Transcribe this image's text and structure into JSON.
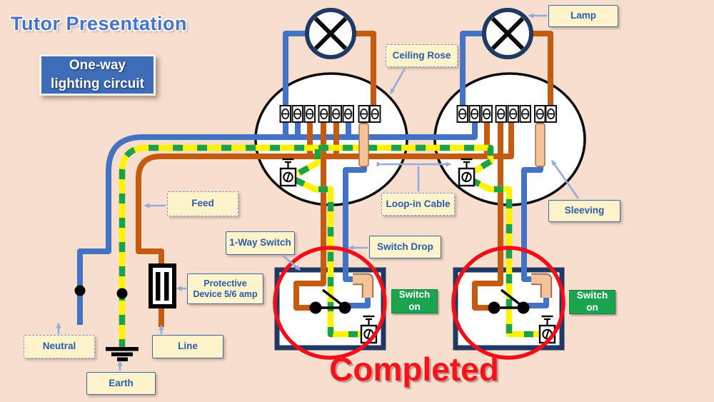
{
  "slide": {
    "title": "Tutor Presentation",
    "topic_box": {
      "line1": "One-way",
      "line2": "lighting circuit"
    },
    "status": "Completed"
  },
  "callouts": {
    "lamp": "Lamp",
    "ceiling_rose": "Ceiling Rose",
    "feed": "Feed",
    "loop_in_cable": "Loop-in Cable",
    "sleeving": "Sleeving",
    "one_way_switch": "1-Way Switch",
    "switch_drop": "Switch Drop",
    "protective_device": {
      "line1": "Protective",
      "line2": "Device 5/6 amp"
    },
    "neutral": "Neutral",
    "line": "Line",
    "earth": "Earth"
  },
  "badges": {
    "switch_on": {
      "line1": "Switch",
      "line2": "on"
    }
  },
  "diagram": {
    "lamps": 2,
    "ceiling_roses": 2,
    "terminals_per_rose": 8,
    "one_way_switches": 2,
    "switch_state": "on"
  },
  "colors": {
    "background": "#F8DECD",
    "neutral_wire_blue": "#4472C4",
    "line_wire_brown": "#C55A11",
    "earth_yellow": "#FFF200",
    "earth_green": "#1CA14B",
    "symbol_navy": "#1F3864",
    "callout_bg": "#FFF3CC",
    "callout_text": "#2A5CA8",
    "arrow_blue": "#93ABDB",
    "switch_on_green": "#1CA350",
    "annotation_red": "#F20D18",
    "sleeve_tan": "#F3C49C"
  }
}
